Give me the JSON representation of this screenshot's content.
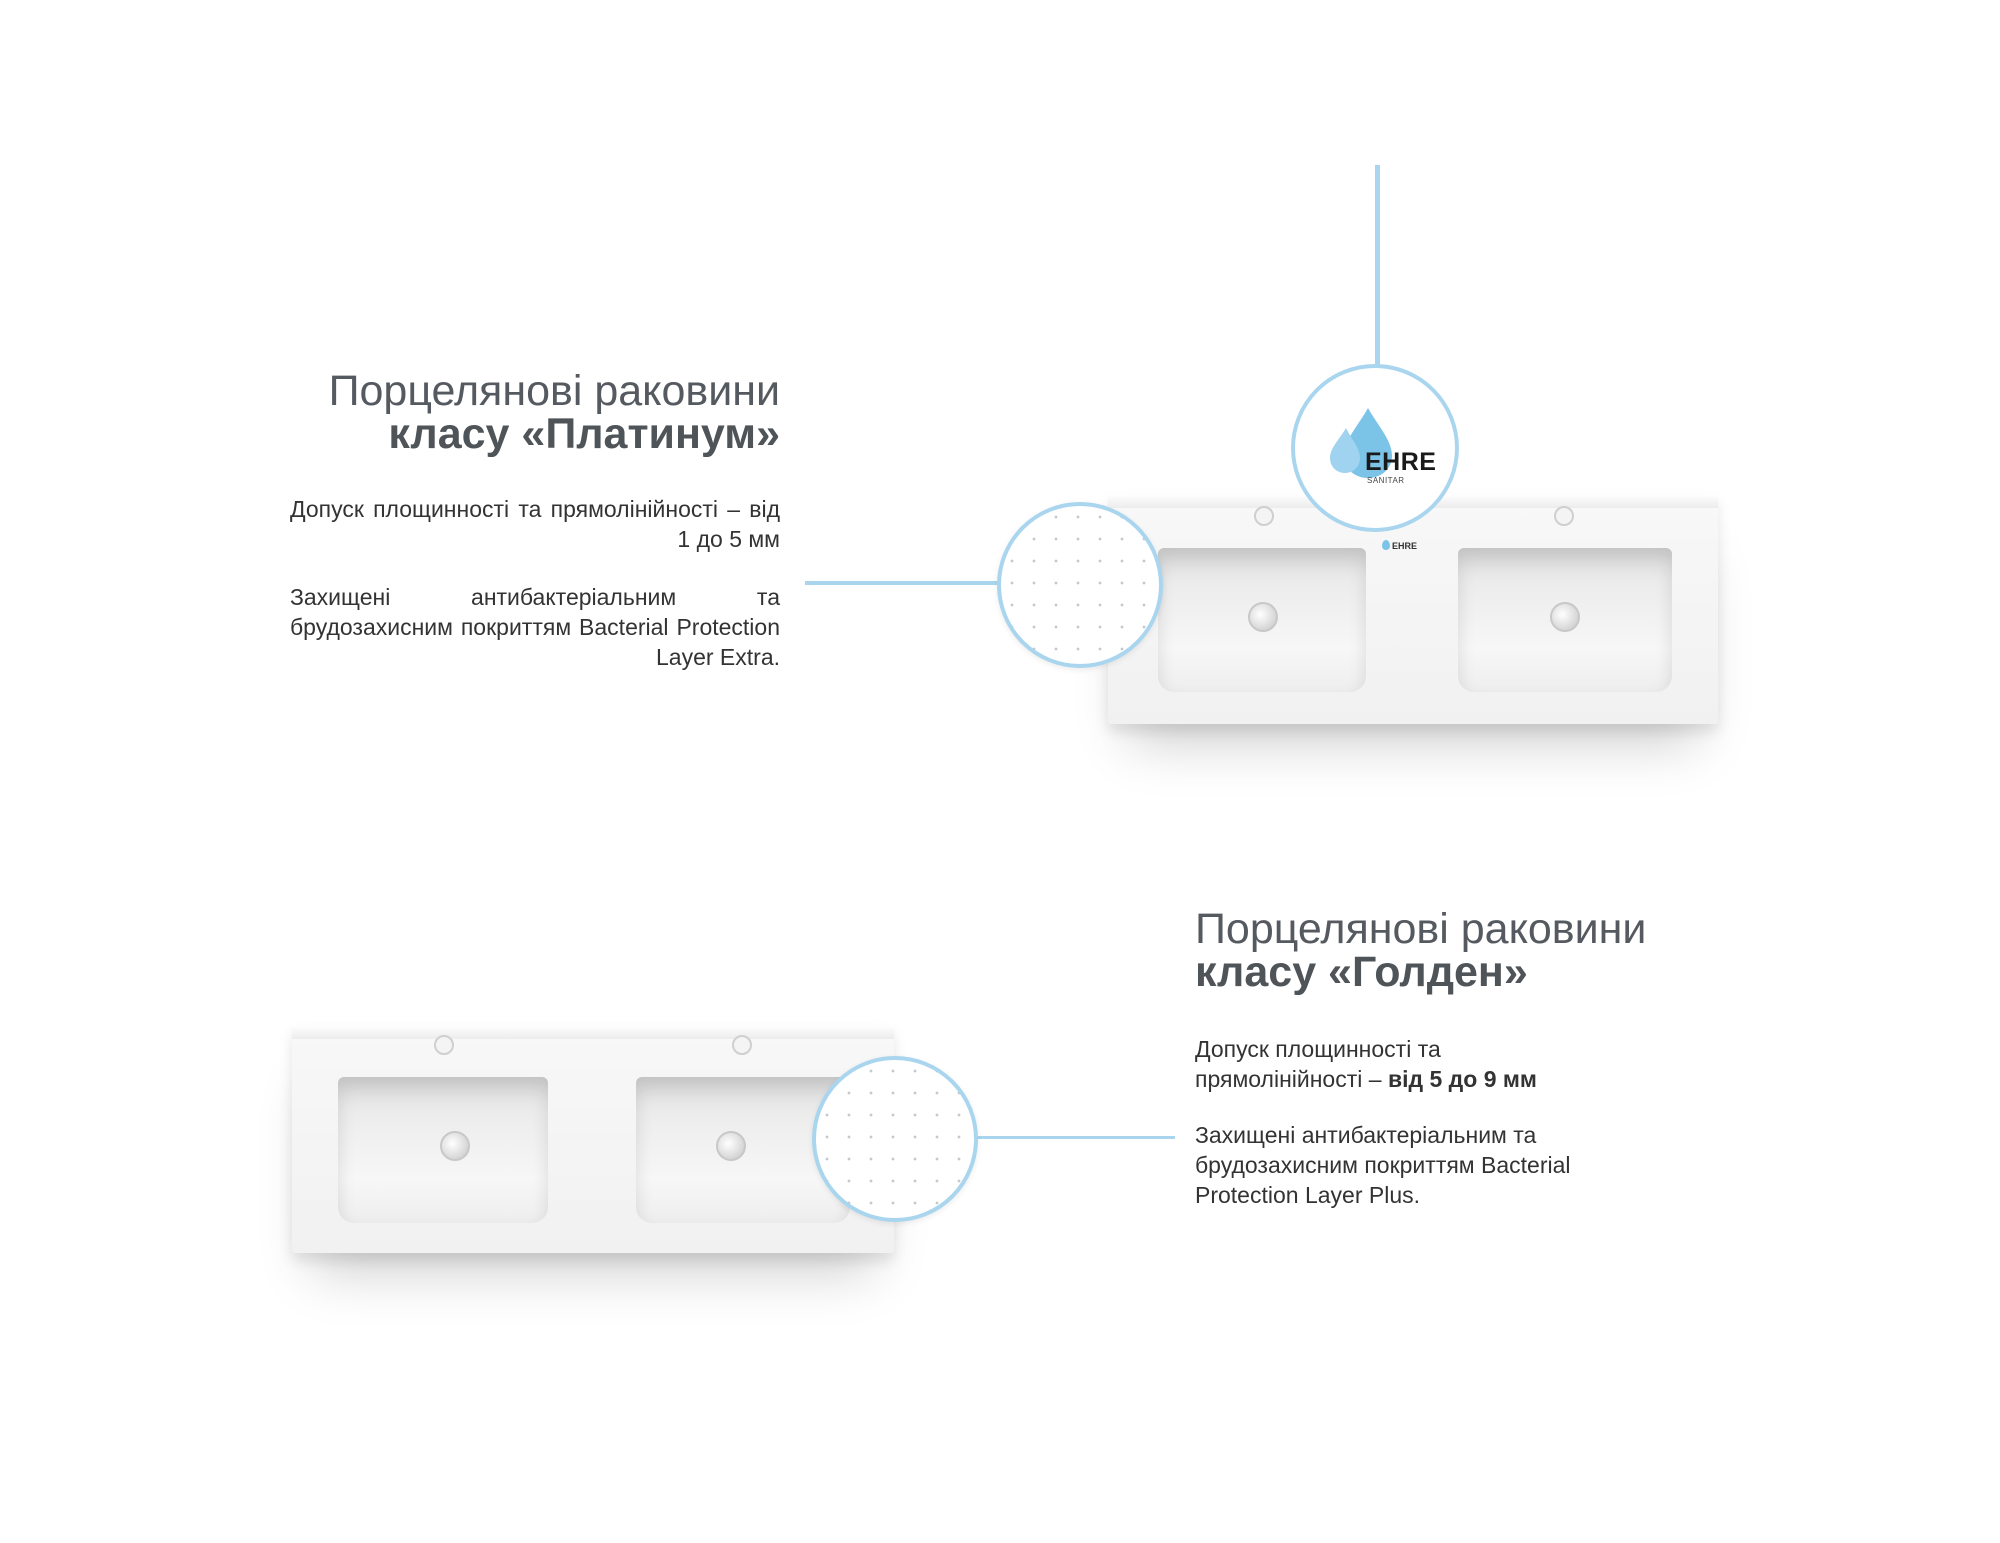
{
  "platinum": {
    "title_line1": "Порцелянові раковини",
    "title_line2": "класу «Платинум»",
    "desc1": "Допуск площинності та прямолінійності – від 1 до 5 мм",
    "desc2": "Захищені антибактеріальним та брудозахисним покриттям Bacterial Protection Layer Extra."
  },
  "golden": {
    "title_line1": "Порцелянові раковини",
    "title_line2": "класу «Голден»",
    "desc1_prefix": "Допуск площинності та прямолінійності – ",
    "desc1_bold": "від 5 до 9 мм",
    "desc2": "Захищені антибактеріальним та брудозахисним покриттям Bacterial Protection Layer Plus."
  },
  "logo": {
    "name": "EHRE",
    "sub": "SANITAR",
    "icon": "water-drops-icon"
  },
  "colors": {
    "accent": "#a9d6ee",
    "logo_drop": "#7cc3e8",
    "title": "#555a60",
    "text": "#333333"
  }
}
